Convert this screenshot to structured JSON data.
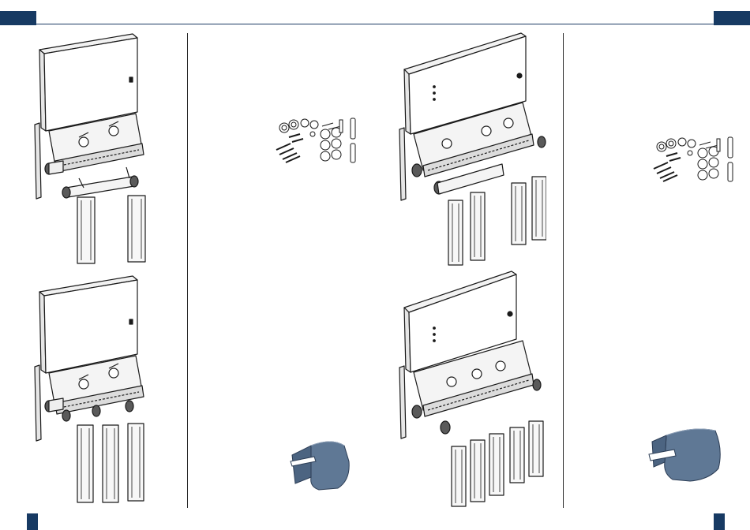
{
  "page": {
    "header_tabs": [
      "top-left-tab",
      "top-right-tab"
    ],
    "footer_tabs": [
      "bottom-left-tab",
      "bottom-right-tab"
    ],
    "accent_color": "#173a63",
    "cover_color": "#5f7895"
  },
  "illustrations": [
    {
      "name": "station-2-filters",
      "filters": 2
    },
    {
      "name": "station-3-filters",
      "filters": 3
    },
    {
      "name": "fitting-kit-left"
    },
    {
      "name": "end-cap-left"
    },
    {
      "name": "station-4-filters",
      "filters": 4
    },
    {
      "name": "station-5-filters",
      "filters": 5
    },
    {
      "name": "fitting-kit-right"
    },
    {
      "name": "end-cap-right"
    }
  ]
}
